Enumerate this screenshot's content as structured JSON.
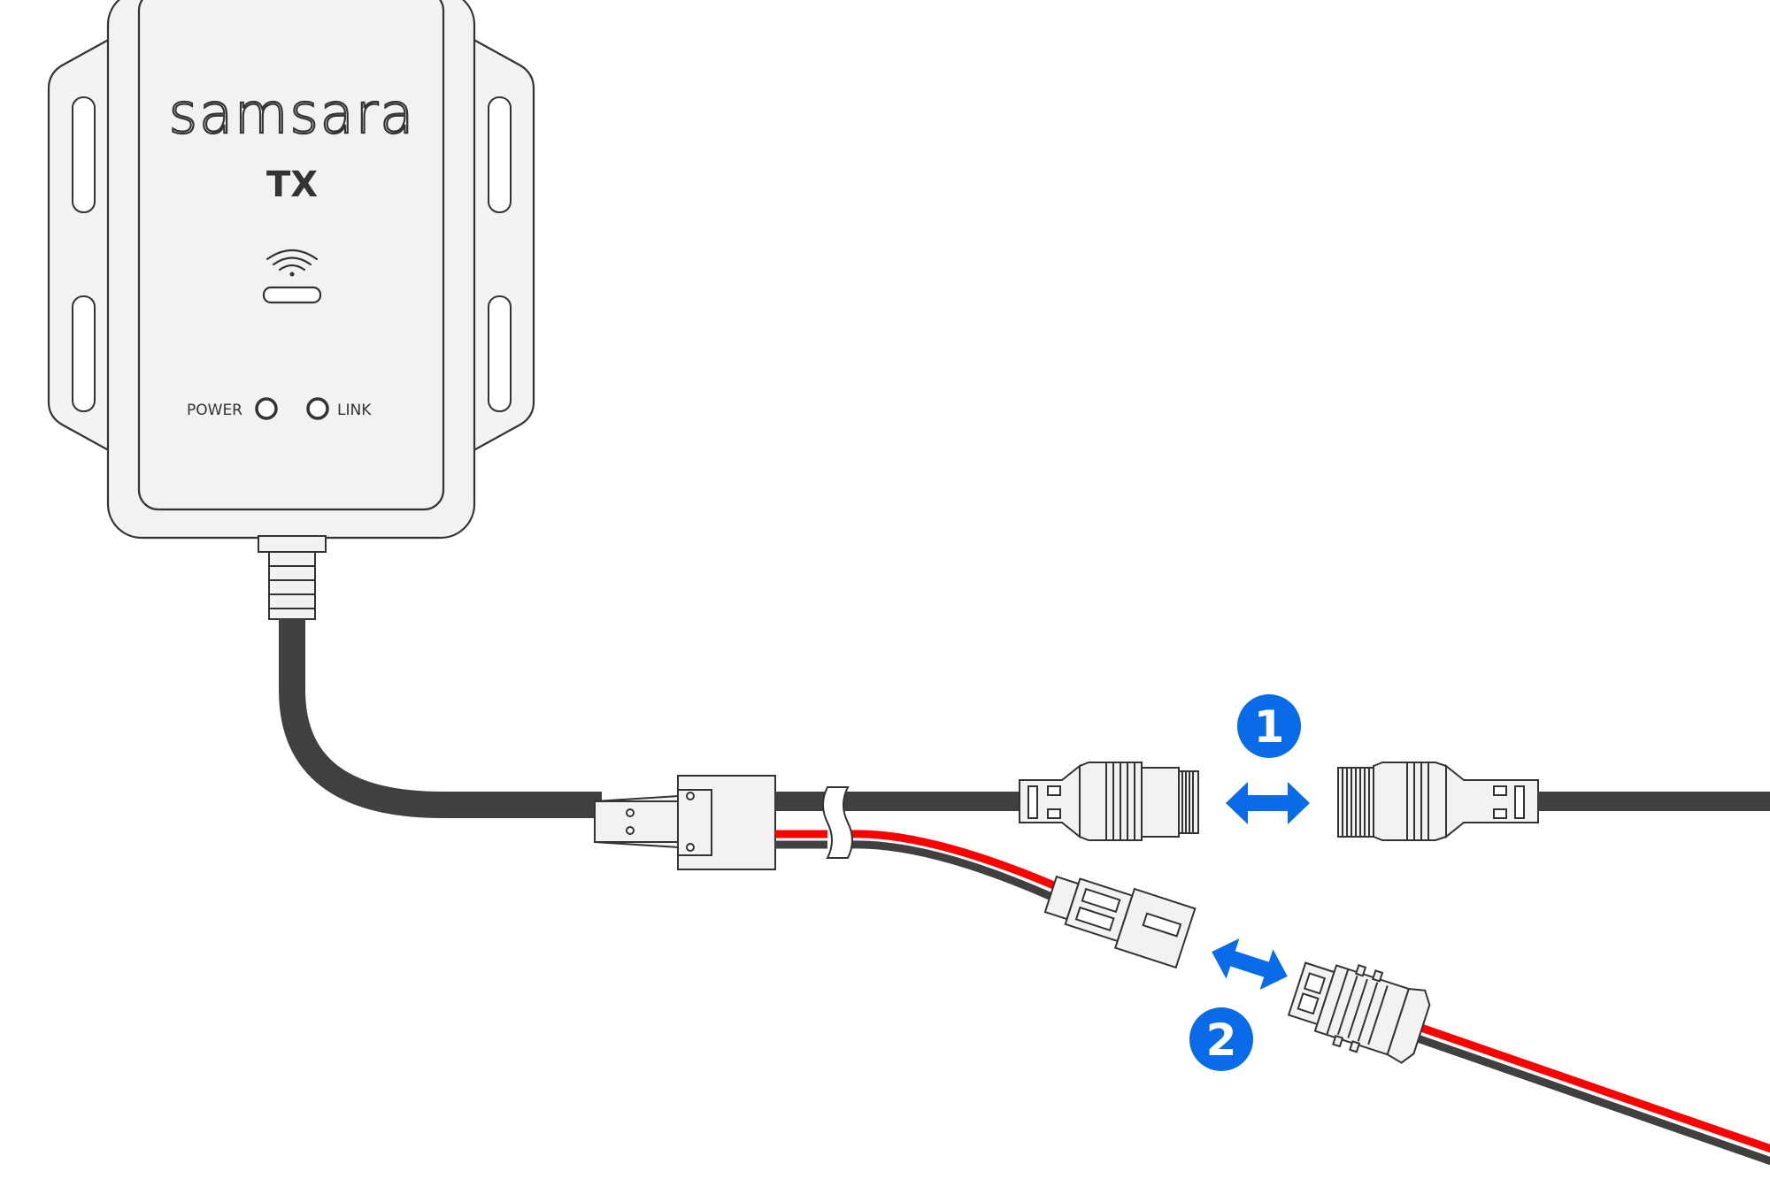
{
  "device": {
    "brand": "samsara",
    "model": "TX",
    "led_power_label": "POWER",
    "led_link_label": "LINK"
  },
  "steps": [
    {
      "number": "1",
      "connection": "round-connector"
    },
    {
      "number": "2",
      "connection": "two-pin-connector"
    }
  ],
  "colors": {
    "outline": "#333333",
    "device_fill": "#f2f2f2",
    "cable": "#404040",
    "wire_red": "#ff0000",
    "accent_blue": "#0a6be8"
  },
  "icons": {
    "wireless": "wireless-signal-icon",
    "arrow": "double-headed-arrow-icon",
    "badge": "step-number-badge"
  }
}
